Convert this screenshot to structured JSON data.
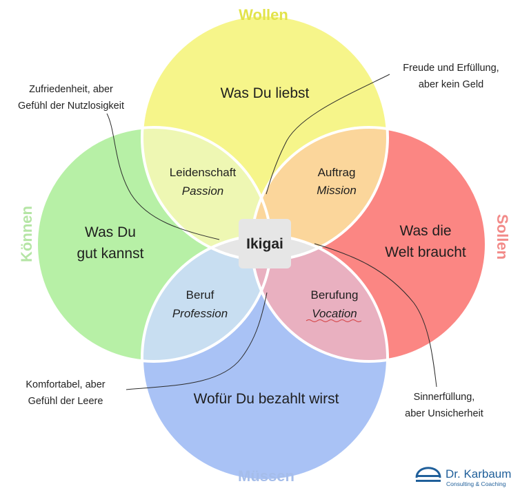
{
  "colors": {
    "wollen": "#f6f58a",
    "koennen": "#b7f0a6",
    "sollen": "#fb8683",
    "muessen": "#a9c2f5",
    "passion": "#eef7b3",
    "mission": "#fbd69b",
    "profession": "#c8def1",
    "vocation": "#e9b0c0",
    "ikigai": "#e6e6e6",
    "wollen_label": "#e2e34a",
    "koennen_label": "#b5e5a5",
    "sollen_label": "#f28a88",
    "muessen_label": "#a5bdea",
    "brand": "#1f5f9a"
  },
  "labels": {
    "wollen": "Wollen",
    "koennen": "Können",
    "sollen": "Sollen",
    "muessen": "Müssen"
  },
  "circles": {
    "top": "Was Du liebst",
    "left_line1": "Was Du",
    "left_line2": "gut kannst",
    "right_line1": "Was die",
    "right_line2": "Welt braucht",
    "bottom": "Wofür Du bezahlt wirst"
  },
  "overlaps": {
    "passion_title": "Leidenschaft",
    "passion_sub": "Passion",
    "mission_title": "Auftrag",
    "mission_sub": "Mission",
    "profession_title": "Beruf",
    "profession_sub": "Profession",
    "vocation_title": "Berufung",
    "vocation_sub": "Vocation"
  },
  "center": "Ikigai",
  "notes": {
    "top_left_line1": "Zufriedenheit, aber",
    "top_left_line2": "Gefühl der Nutzlosigkeit",
    "top_right_line1": "Freude und Erfüllung,",
    "top_right_line2": "aber kein Geld",
    "bottom_left_line1": "Komfortabel, aber",
    "bottom_left_line2": "Gefühl der Leere",
    "bottom_right_line1": "Sinnerfüllung,",
    "bottom_right_line2": "aber Unsicherheit"
  },
  "brand": {
    "name": "Dr. Karbaum",
    "tagline": "Consulting & Coaching",
    "icon": "bridge-logo-icon"
  }
}
